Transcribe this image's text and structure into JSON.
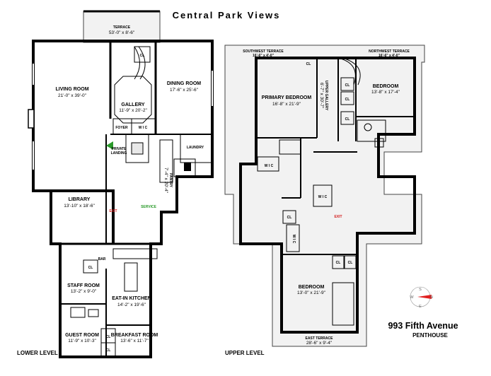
{
  "title": "Central Park Views",
  "address": "993 Fifth Avenue",
  "unit": "PENTHOUSE",
  "levels": {
    "lower": "LOWER LEVEL",
    "upper": "UPPER LEVEL"
  },
  "lower_rooms": {
    "terrace": {
      "name": "TERRACE",
      "dims": "53'-0\" x 8'-6\""
    },
    "living": {
      "name": "LIVING ROOM",
      "dims": "21'-0\" x 39'-0\""
    },
    "gallery": {
      "name": "GALLERY",
      "dims": "11'-9\" x 20'-2\""
    },
    "dining": {
      "name": "DINING ROOM",
      "dims": "17'-6\" x 25'-6\""
    },
    "foyer": "FOYER",
    "wic": "W I C",
    "cl": "CL",
    "private_landing_1": "PRIVATE",
    "private_landing_2": "LANDING",
    "laundry": "LAUNDRY",
    "pantry": {
      "name": "PANTRY",
      "dims": "7'-4\" x 20'-4\""
    },
    "exit": "EXIT",
    "service": "SERVICE",
    "library": {
      "name": "LIBRARY",
      "dims": "13'-10\" x 18'-6\""
    },
    "bar": "BAR",
    "staff": {
      "name": "STAFF ROOM",
      "dims": "13'-2\" x 9'-0\""
    },
    "kitchen": {
      "name": "EAT-IN KITCHEN",
      "dims": "14'-2\" x 19'-6\""
    },
    "guest": {
      "name": "GUEST ROOM",
      "dims": "11'-9\" x 10'-3\""
    },
    "breakfast": {
      "name": "BREAKFAST ROOM",
      "dims": "13'-6\" x 11'-7\""
    }
  },
  "upper_rooms": {
    "sw_terrace": {
      "name": "SOUTHWEST TERRACE",
      "dims": "16'-6\" x 4'-0\""
    },
    "nw_terrace": {
      "name": "NORTHWEST TERRACE",
      "dims": "16'-6\" x 4'-0\""
    },
    "primary": {
      "name": "PRIMARY BEDROOM",
      "dims": "16'-8\" x 21'-9\""
    },
    "upper_gallery": {
      "name": "UPPER GALLERY",
      "dims": "6'-7\" x 30'-7\""
    },
    "bedroom_ne": {
      "name": "BEDROOM",
      "dims": "13'-8\" x 17'-4\""
    },
    "wic": "W I C",
    "cl": "CL",
    "exit": "EXIT",
    "bedroom_se": {
      "name": "BEDROOM",
      "dims": "13'-0\" x 21'-9\""
    },
    "east_terrace": {
      "name": "EAST TERRACE",
      "dims": "28'-6\" x 9'-4\""
    }
  },
  "compass": {
    "n": "N",
    "s": "S",
    "e": "E",
    "w": "W"
  },
  "colors": {
    "exit": "#d42020",
    "service": "#2a9a2a",
    "compass_needle": "#e02020",
    "terrace": "#f2f2f2"
  }
}
